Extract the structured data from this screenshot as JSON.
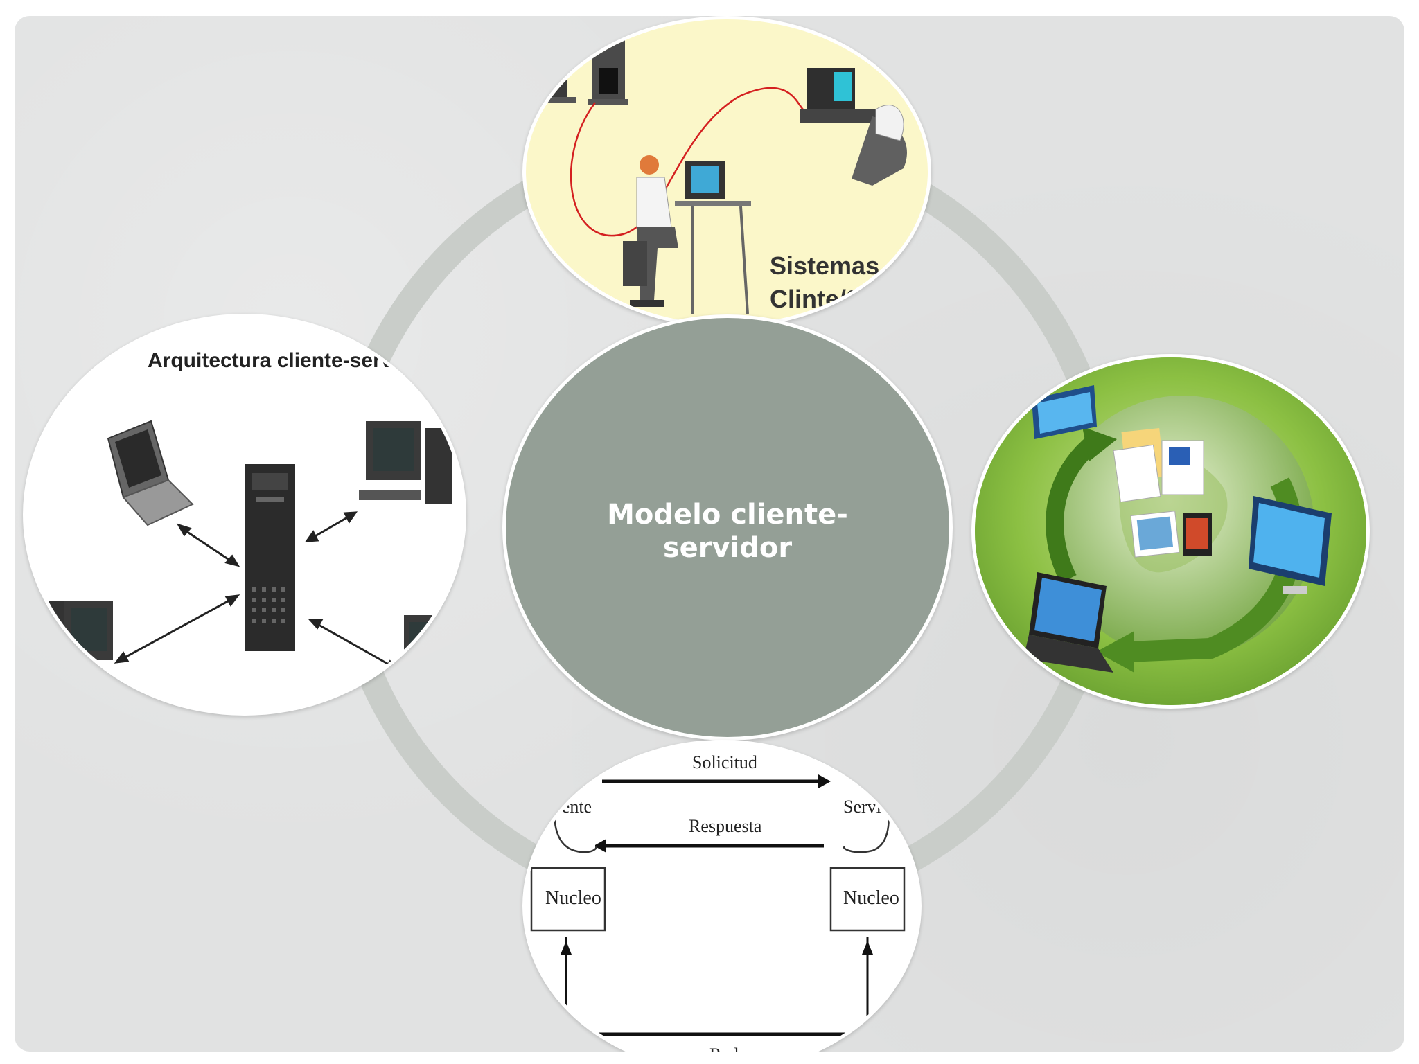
{
  "center": {
    "title": "Modelo cliente-servidor"
  },
  "top_bubble": {
    "caption_line1": "Sistemas",
    "caption_line2": "Clinte/S"
  },
  "left_bubble": {
    "caption": "Arquitectura cliente-servidor"
  },
  "bottom_bubble": {
    "request_label": "Solicitud",
    "response_label": "Respuesta",
    "client_label": "Cliente",
    "server_label": "Servidor",
    "kernel_left": "Nucleo",
    "kernel_right": "Nucleo",
    "network_label": "Red"
  },
  "colors": {
    "background": "#e1e2e2",
    "ring": "#c9cdc9",
    "center_fill": "#949f96",
    "right_bubble": "#7fb63a",
    "top_bubble": "#fbf7c9"
  }
}
